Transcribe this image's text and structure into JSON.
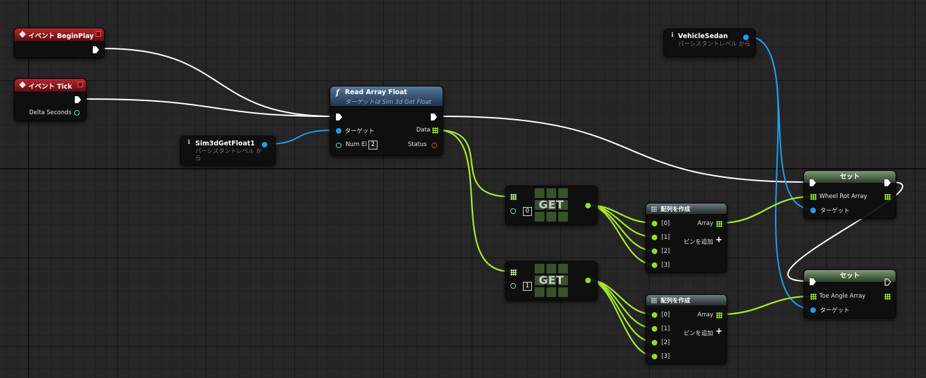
{
  "nodes": {
    "begin_play": {
      "title": "イベント BeginPlay"
    },
    "event_tick": {
      "title": "イベント Tick",
      "delta_label": "Delta Seconds"
    },
    "sim3d_var": {
      "name": "Sim3dGetFloat1",
      "subtitle_line1": "パーシスタントレベル か",
      "subtitle_line2": "ら"
    },
    "read_array": {
      "title": "Read Array Float",
      "subtitle": "ターゲットは Sim 3d Get Float",
      "target_label": "ターゲット",
      "numel_label": "Num El",
      "numel_value": "2",
      "data_label": "Data",
      "status_label": "Status"
    },
    "vehicle_var": {
      "name": "VehicleSedan",
      "subtitle": "パーシスタントレベル から"
    },
    "get_1": {
      "label": "GET",
      "index": "0"
    },
    "get_2": {
      "label": "GET",
      "index": "1"
    },
    "make_array_1": {
      "title": "配列を作成",
      "array_label": "Array",
      "add_pin_label": "ピンを追加",
      "elements": [
        "[0]",
        "[1]",
        "[2]",
        "[3]"
      ]
    },
    "make_array_2": {
      "title": "配列を作成",
      "array_label": "Array",
      "add_pin_label": "ピンを追加",
      "elements": [
        "[0]",
        "[1]",
        "[2]",
        "[3]"
      ]
    },
    "set_1": {
      "title": "セット",
      "var_label": "Wheel Rot Array",
      "target_label": "ターゲット"
    },
    "set_2": {
      "title": "セット",
      "var_label": "Toe Angle Array",
      "target_label": "ターゲット"
    }
  },
  "icons": {
    "event": "diamond-icon",
    "function": "function-icon",
    "variable": "info-icon",
    "array": "array-grid-icon",
    "add": "plus-icon"
  },
  "colors": {
    "exec_wire": "#ffffff",
    "object_wire": "#1e9df0",
    "float_wire": "#8ee02a",
    "event_header": "#b8262b",
    "function_header": "#3b5a78",
    "set_header": "#5f7a5a"
  }
}
